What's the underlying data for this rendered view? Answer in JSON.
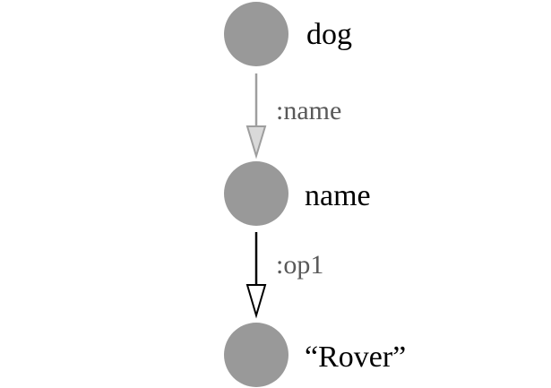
{
  "nodes": [
    {
      "id": "dog",
      "label": "dog"
    },
    {
      "id": "name",
      "label": "name"
    },
    {
      "id": "rover",
      "label": "“Rover”"
    }
  ],
  "edges": [
    {
      "from": "dog",
      "to": "name",
      "label": ":name",
      "color": "#9e9e9e",
      "head_fill": "#d9d9d9"
    },
    {
      "from": "name",
      "to": "rover",
      "label": ":op1",
      "color": "#000000",
      "head_fill": "#ffffff"
    }
  ],
  "colors": {
    "node_fill": "#999999",
    "background": "#ffffff"
  }
}
